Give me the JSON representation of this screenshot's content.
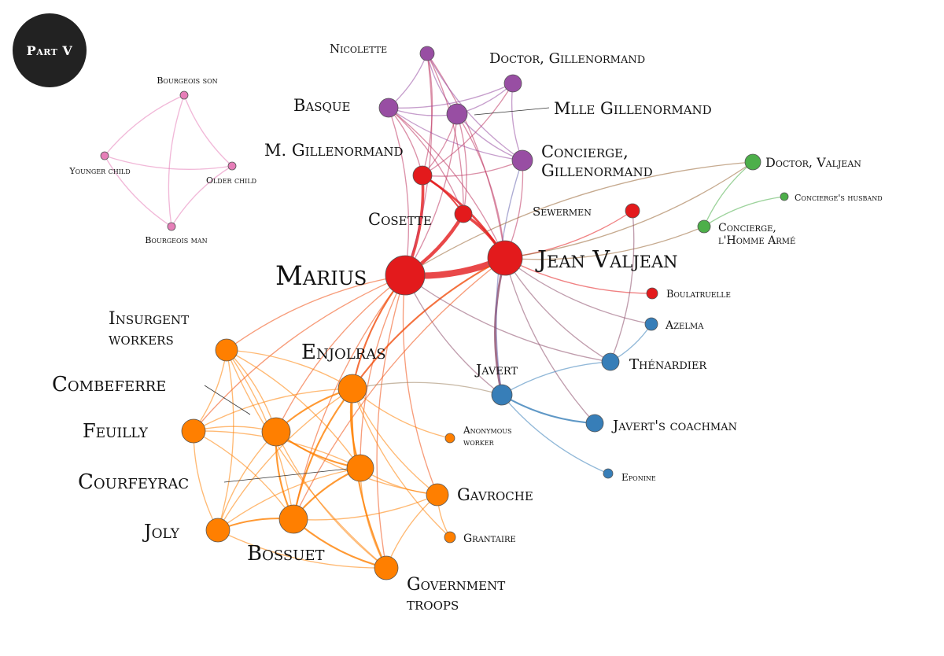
{
  "badge": {
    "label": "Part V"
  },
  "colors": {
    "red": "#e31a1c",
    "orange": "#ff7f00",
    "purple": "#984ea3",
    "blue": "#377eb8",
    "green": "#4daf4a",
    "pink": "#e67eb8"
  },
  "nodes": [
    {
      "id": "marius",
      "lines": [
        "Marius"
      ],
      "group": "red",
      "weight": 10
    },
    {
      "id": "valjean",
      "lines": [
        "Jean Valjean"
      ],
      "group": "red",
      "weight": 9
    },
    {
      "id": "cosette",
      "lines": [
        "Cosette"
      ],
      "group": "red",
      "weight": 4
    },
    {
      "id": "mgillenormand",
      "lines": [
        "M. Gillenormand"
      ],
      "group": "red",
      "weight": 4
    },
    {
      "id": "sewermen",
      "lines": [
        "Sewermen"
      ],
      "group": "red",
      "weight": 3
    },
    {
      "id": "boulatruelle",
      "lines": [
        "Boulatruelle"
      ],
      "group": "red",
      "weight": 2
    },
    {
      "id": "nicolette",
      "lines": [
        "Nicolette"
      ],
      "group": "purple",
      "weight": 3
    },
    {
      "id": "doctorgillenormand",
      "lines": [
        "Doctor, Gillenormand"
      ],
      "group": "purple",
      "weight": 3
    },
    {
      "id": "basque",
      "lines": [
        "Basque"
      ],
      "group": "purple",
      "weight": 4
    },
    {
      "id": "mllegillenormand",
      "lines": [
        "Mlle Gillenormand"
      ],
      "group": "purple",
      "weight": 4
    },
    {
      "id": "conciergegillenormand",
      "lines": [
        "Concierge,",
        "Gillenormand"
      ],
      "group": "purple",
      "weight": 4
    },
    {
      "id": "doctorvaljean",
      "lines": [
        "Doctor, Valjean"
      ],
      "group": "green",
      "weight": 3
    },
    {
      "id": "conciergehusband",
      "lines": [
        "Concierge's husband"
      ],
      "group": "green",
      "weight": 2
    },
    {
      "id": "conciergehommearme",
      "lines": [
        "Concierge,",
        "l'Homme Armé"
      ],
      "group": "green",
      "weight": 2
    },
    {
      "id": "azelma",
      "lines": [
        "Azelma"
      ],
      "group": "blue",
      "weight": 2
    },
    {
      "id": "thenardier",
      "lines": [
        "Thénardier"
      ],
      "group": "blue",
      "weight": 3
    },
    {
      "id": "javert",
      "lines": [
        "Javert"
      ],
      "group": "blue",
      "weight": 4
    },
    {
      "id": "javertcoachman",
      "lines": [
        "Javert's coachman"
      ],
      "group": "blue",
      "weight": 3
    },
    {
      "id": "eponine",
      "lines": [
        "Eponine"
      ],
      "group": "blue",
      "weight": 2
    },
    {
      "id": "insurgentworkers",
      "lines": [
        "Insurgent",
        "workers"
      ],
      "group": "orange",
      "weight": 4
    },
    {
      "id": "enjolras",
      "lines": [
        "Enjolras"
      ],
      "group": "orange",
      "weight": 6
    },
    {
      "id": "combeferre",
      "lines": [
        "Combeferre"
      ],
      "group": "orange",
      "weight": 5
    },
    {
      "id": "feuilly",
      "lines": [
        "Feuilly"
      ],
      "group": "orange",
      "weight": 4
    },
    {
      "id": "courfeyrac",
      "lines": [
        "Courfeyrac"
      ],
      "group": "orange",
      "weight": 5
    },
    {
      "id": "anonymousworker",
      "lines": [
        "Anonymous",
        "worker"
      ],
      "group": "orange",
      "weight": 2
    },
    {
      "id": "gavroche",
      "lines": [
        "Gavroche"
      ],
      "group": "orange",
      "weight": 4
    },
    {
      "id": "joly",
      "lines": [
        "Joly"
      ],
      "group": "orange",
      "weight": 4
    },
    {
      "id": "bossuet",
      "lines": [
        "Bossuet"
      ],
      "group": "orange",
      "weight": 5
    },
    {
      "id": "grantaire",
      "lines": [
        "Grantaire"
      ],
      "group": "orange",
      "weight": 2
    },
    {
      "id": "governmenttroops",
      "lines": [
        "Government",
        "troops"
      ],
      "group": "orange",
      "weight": 4
    },
    {
      "id": "bourgeoisson",
      "lines": [
        "Bourgeois son"
      ],
      "group": "pink",
      "weight": 2
    },
    {
      "id": "youngerchild",
      "lines": [
        "Younger child"
      ],
      "group": "pink",
      "weight": 2
    },
    {
      "id": "olderchild",
      "lines": [
        "Older child"
      ],
      "group": "pink",
      "weight": 2
    },
    {
      "id": "bourgeoisman",
      "lines": [
        "Bourgeois man"
      ],
      "group": "pink",
      "weight": 2
    }
  ],
  "edges": [
    [
      "marius",
      "valjean",
      10
    ],
    [
      "marius",
      "cosette",
      5
    ],
    [
      "marius",
      "mgillenormand",
      4
    ],
    [
      "valjean",
      "cosette",
      4
    ],
    [
      "valjean",
      "mgillenormand",
      3
    ],
    [
      "cosette",
      "mgillenormand",
      2
    ],
    [
      "valjean",
      "javert",
      3
    ],
    [
      "marius",
      "enjolras",
      2
    ],
    [
      "valjean",
      "enjolras",
      2
    ],
    [
      "marius",
      "combeferre",
      1
    ],
    [
      "marius",
      "courfeyrac",
      1
    ],
    [
      "marius",
      "bossuet",
      1
    ],
    [
      "marius",
      "insurgentworkers",
      1
    ],
    [
      "marius",
      "gavroche",
      1
    ],
    [
      "marius",
      "thenardier",
      1
    ],
    [
      "marius",
      "javert",
      1
    ],
    [
      "marius",
      "basque",
      1
    ],
    [
      "marius",
      "nicolette",
      1
    ],
    [
      "marius",
      "mllegillenormand",
      1
    ],
    [
      "marius",
      "governmenttroops",
      1
    ],
    [
      "marius",
      "feuilly",
      1
    ],
    [
      "valjean",
      "sewermen",
      1
    ],
    [
      "valjean",
      "boulatruelle",
      1
    ],
    [
      "valjean",
      "thenardier",
      1
    ],
    [
      "valjean",
      "azelma",
      1
    ],
    [
      "valjean",
      "javertcoachman",
      1
    ],
    [
      "valjean",
      "doctorvaljean",
      1
    ],
    [
      "valjean",
      "conciergehommearme",
      1
    ],
    [
      "valjean",
      "basque",
      1
    ],
    [
      "valjean",
      "mllegillenormand",
      1
    ],
    [
      "valjean",
      "nicolette",
      1
    ],
    [
      "valjean",
      "conciergegillenormand",
      1
    ],
    [
      "valjean",
      "bossuet",
      1
    ],
    [
      "mgillenormand",
      "basque",
      1
    ],
    [
      "mgillenormand",
      "nicolette",
      1
    ],
    [
      "mgillenormand",
      "mllegillenormand",
      1
    ],
    [
      "mgillenormand",
      "doctorgillenormand",
      1
    ],
    [
      "mgillenormand",
      "conciergegillenormand",
      1
    ],
    [
      "basque",
      "nicolette",
      1
    ],
    [
      "basque",
      "mllegillenormand",
      1
    ],
    [
      "basque",
      "doctorgillenormand",
      1
    ],
    [
      "basque",
      "conciergegillenormand",
      1
    ],
    [
      "nicolette",
      "mllegillenormand",
      1
    ],
    [
      "nicolette",
      "conciergegillenormand",
      1
    ],
    [
      "mllegillenormand",
      "doctorgillenormand",
      1
    ],
    [
      "mllegillenormand",
      "conciergegillenormand",
      1
    ],
    [
      "doctorgillenormand",
      "conciergegillenormand",
      1
    ],
    [
      "cosette",
      "basque",
      1
    ],
    [
      "cosette",
      "nicolette",
      1
    ],
    [
      "cosette",
      "mllegillenormand",
      1
    ],
    [
      "conciergegillenormand",
      "javert",
      1
    ],
    [
      "doctorvaljean",
      "conciergehommearme",
      1
    ],
    [
      "conciergehusband",
      "conciergehommearme",
      1
    ],
    [
      "doctorvaljean",
      "marius",
      1
    ],
    [
      "thenardier",
      "azelma",
      1
    ],
    [
      "thenardier",
      "javert",
      1
    ],
    [
      "javert",
      "javertcoachman",
      2
    ],
    [
      "javert",
      "eponine",
      1
    ],
    [
      "javert",
      "enjolras",
      1
    ],
    [
      "thenardier",
      "sewermen",
      1
    ],
    [
      "enjolras",
      "combeferre",
      2
    ],
    [
      "enjolras",
      "courfeyrac",
      2
    ],
    [
      "enjolras",
      "bossuet",
      2
    ],
    [
      "enjolras",
      "insurgentworkers",
      1
    ],
    [
      "enjolras",
      "feuilly",
      1
    ],
    [
      "enjolras",
      "joly",
      1
    ],
    [
      "enjolras",
      "gavroche",
      1
    ],
    [
      "enjolras",
      "governmenttroops",
      2
    ],
    [
      "enjolras",
      "grantaire",
      1
    ],
    [
      "enjolras",
      "anonymousworker",
      1
    ],
    [
      "combeferre",
      "courfeyrac",
      2
    ],
    [
      "combeferre",
      "bossuet",
      2
    ],
    [
      "combeferre",
      "feuilly",
      1
    ],
    [
      "combeferre",
      "joly",
      1
    ],
    [
      "combeferre",
      "insurgentworkers",
      1
    ],
    [
      "combeferre",
      "governmenttroops",
      1
    ],
    [
      "combeferre",
      "gavroche",
      1
    ],
    [
      "courfeyrac",
      "bossuet",
      2
    ],
    [
      "courfeyrac",
      "feuilly",
      1
    ],
    [
      "courfeyrac",
      "joly",
      1
    ],
    [
      "courfeyrac",
      "gavroche",
      1
    ],
    [
      "courfeyrac",
      "governmenttroops",
      1
    ],
    [
      "courfeyrac",
      "insurgentworkers",
      1
    ],
    [
      "bossuet",
      "joly",
      2
    ],
    [
      "bossuet",
      "feuilly",
      1
    ],
    [
      "bossuet",
      "governmenttroops",
      2
    ],
    [
      "bossuet",
      "gavroche",
      1
    ],
    [
      "bossuet",
      "insurgentworkers",
      1
    ],
    [
      "feuilly",
      "joly",
      1
    ],
    [
      "feuilly",
      "insurgentworkers",
      1
    ],
    [
      "joly",
      "governmenttroops",
      1
    ],
    [
      "joly",
      "insurgentworkers",
      1
    ],
    [
      "gavroche",
      "governmenttroops",
      1
    ],
    [
      "gavroche",
      "grantaire",
      1
    ],
    [
      "insurgentworkers",
      "governmenttroops",
      1
    ],
    [
      "bourgeoisson",
      "youngerchild",
      1
    ],
    [
      "bourgeoisson",
      "olderchild",
      1
    ],
    [
      "bourgeoisson",
      "bourgeoisman",
      1
    ],
    [
      "youngerchild",
      "olderchild",
      1
    ],
    [
      "youngerchild",
      "bourgeoisman",
      1
    ],
    [
      "olderchild",
      "bourgeoisman",
      1
    ]
  ]
}
